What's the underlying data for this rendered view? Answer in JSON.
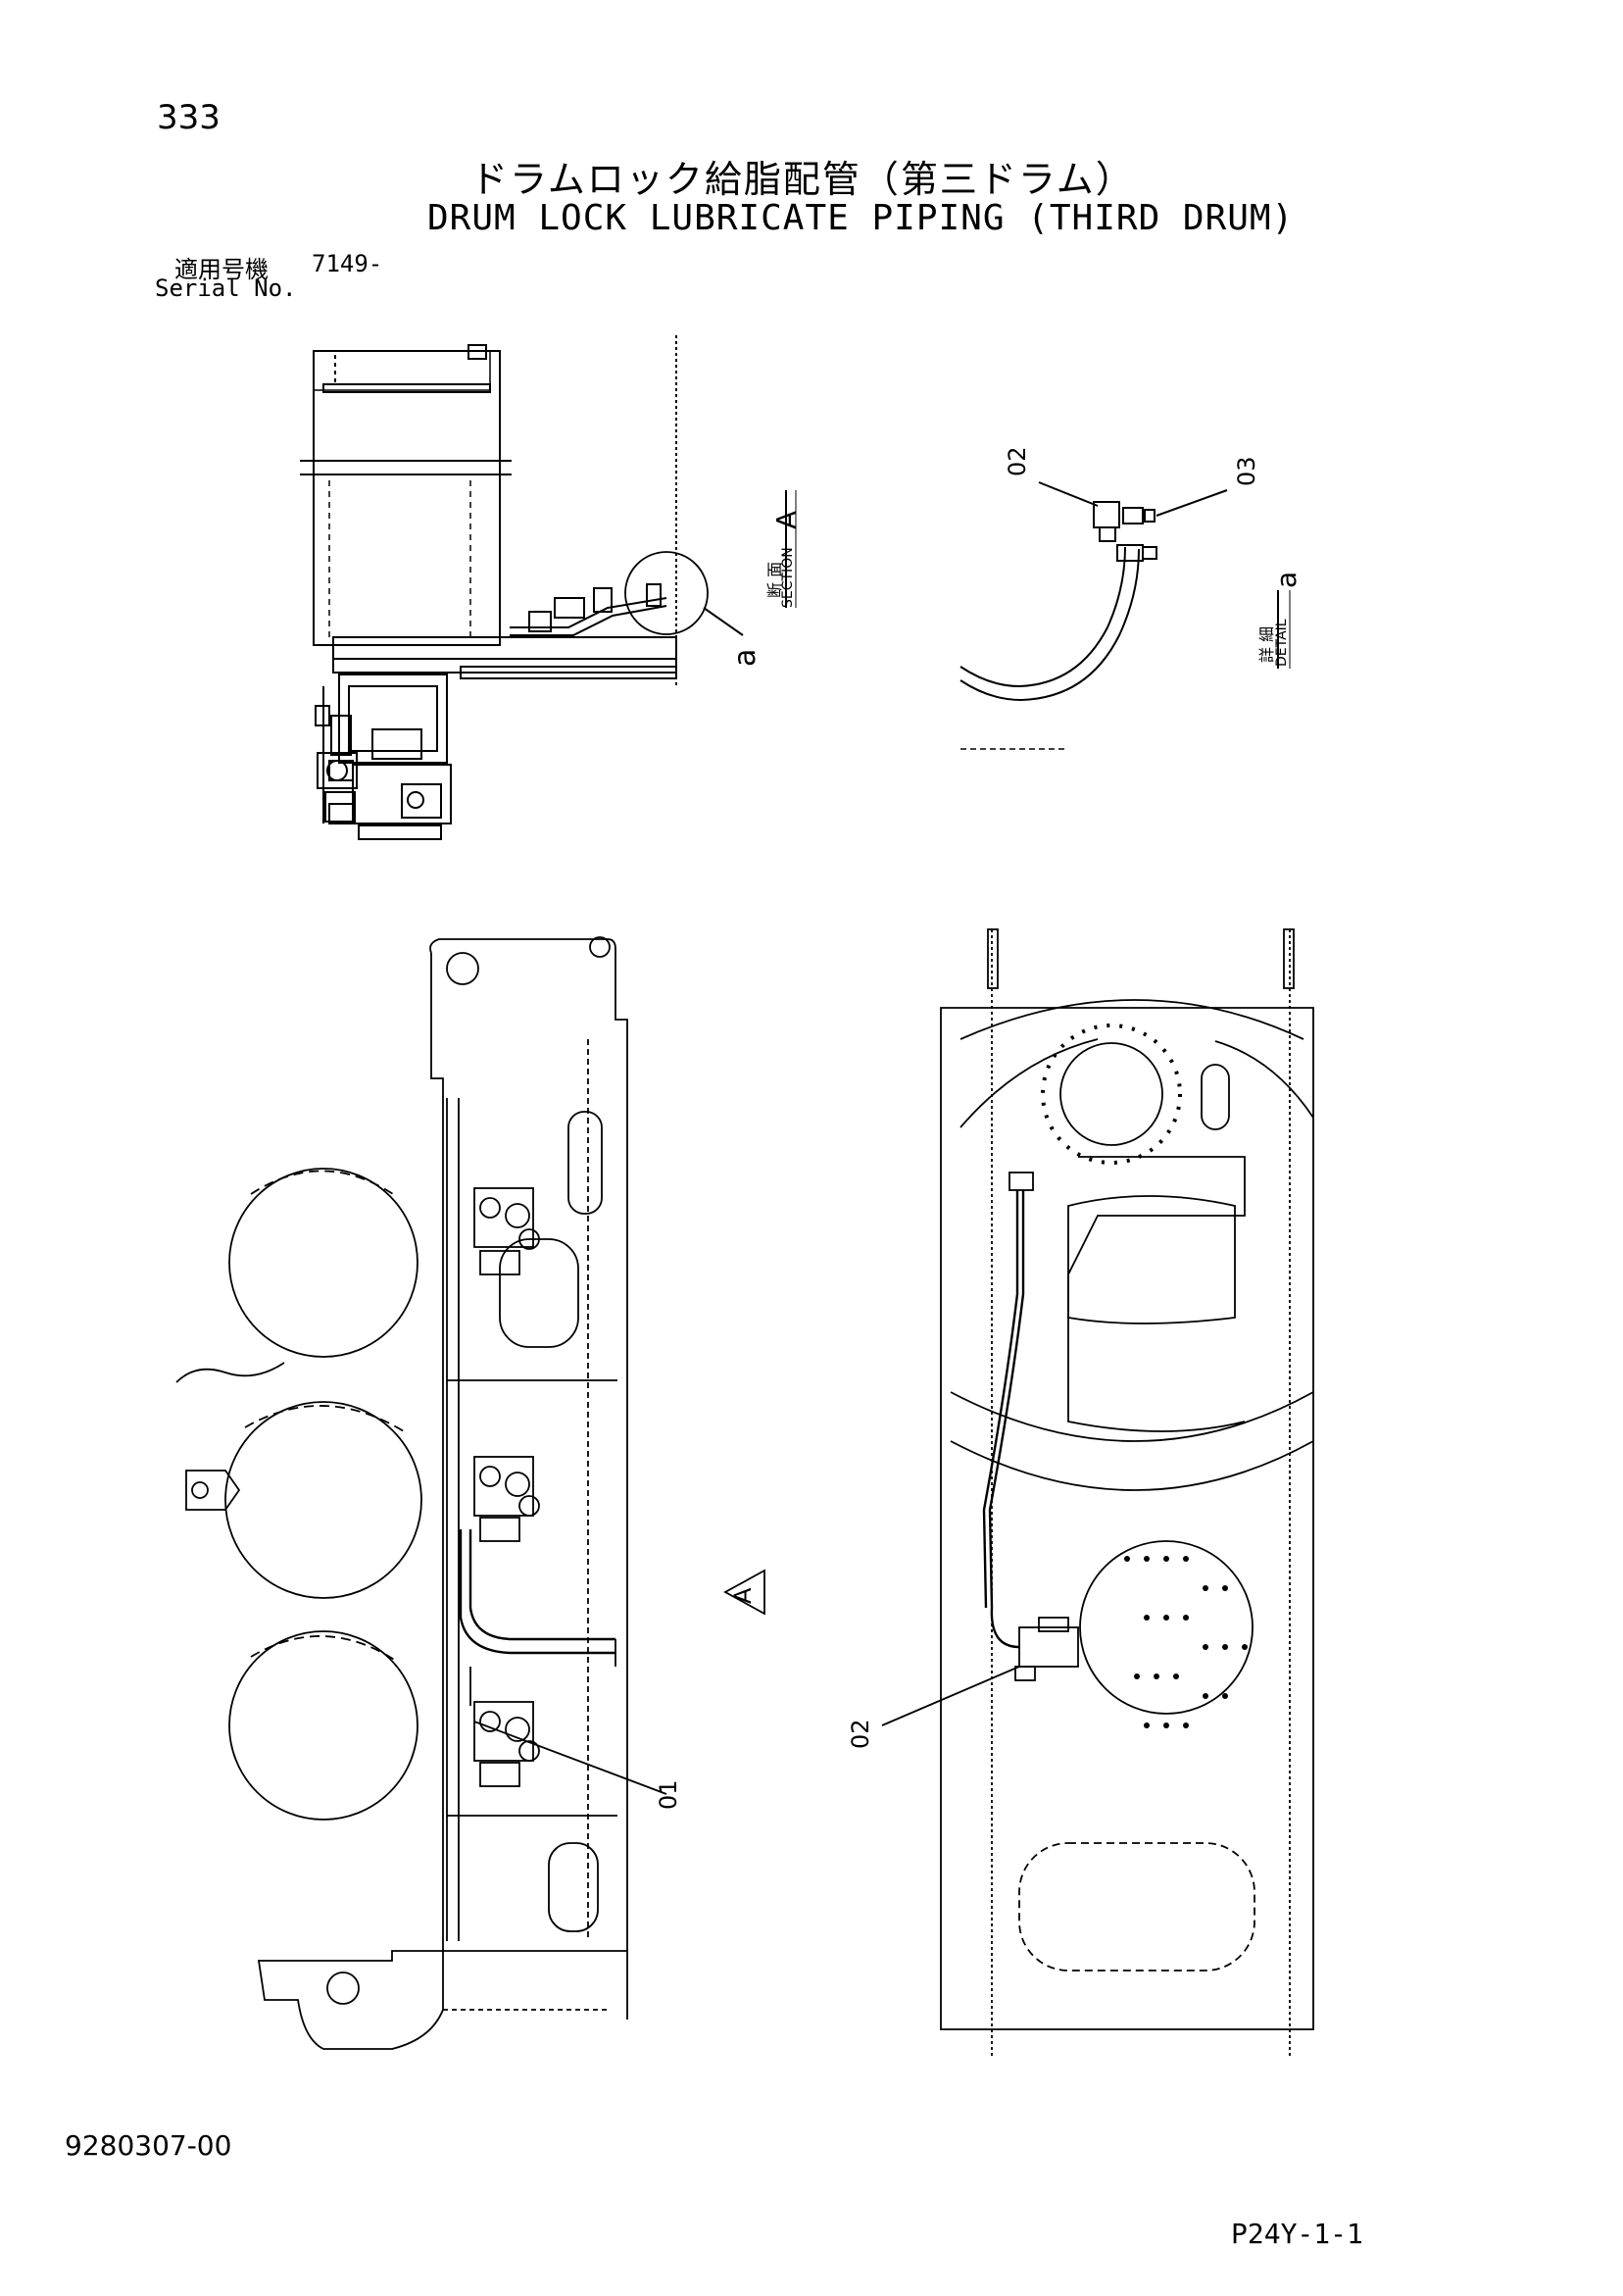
{
  "header": {
    "page_number": "333",
    "title_jp": "ドラムロック給脂配管（第三ドラム）",
    "title_en": "DRUM LOCK LUBRICATE PIPING (THIRD DRUM)",
    "serial_label_jp": "適用号機",
    "serial_value": "7149-",
    "serial_label_en": "Serial No."
  },
  "views": {
    "section": {
      "jp": "断 面",
      "en": "SECTION",
      "letter": "A"
    },
    "detail": {
      "jp": "詳 細",
      "en": "DETAIL",
      "letter": "a"
    },
    "detail_callout": "a",
    "view_arrow": "A"
  },
  "part_callouts": {
    "detail_top_left": "02",
    "detail_top_right": "03",
    "plan_left": "01",
    "plan_right": "02"
  },
  "footer": {
    "doc_number": "9280307-00",
    "page_ref": "P24Y-1-1"
  }
}
